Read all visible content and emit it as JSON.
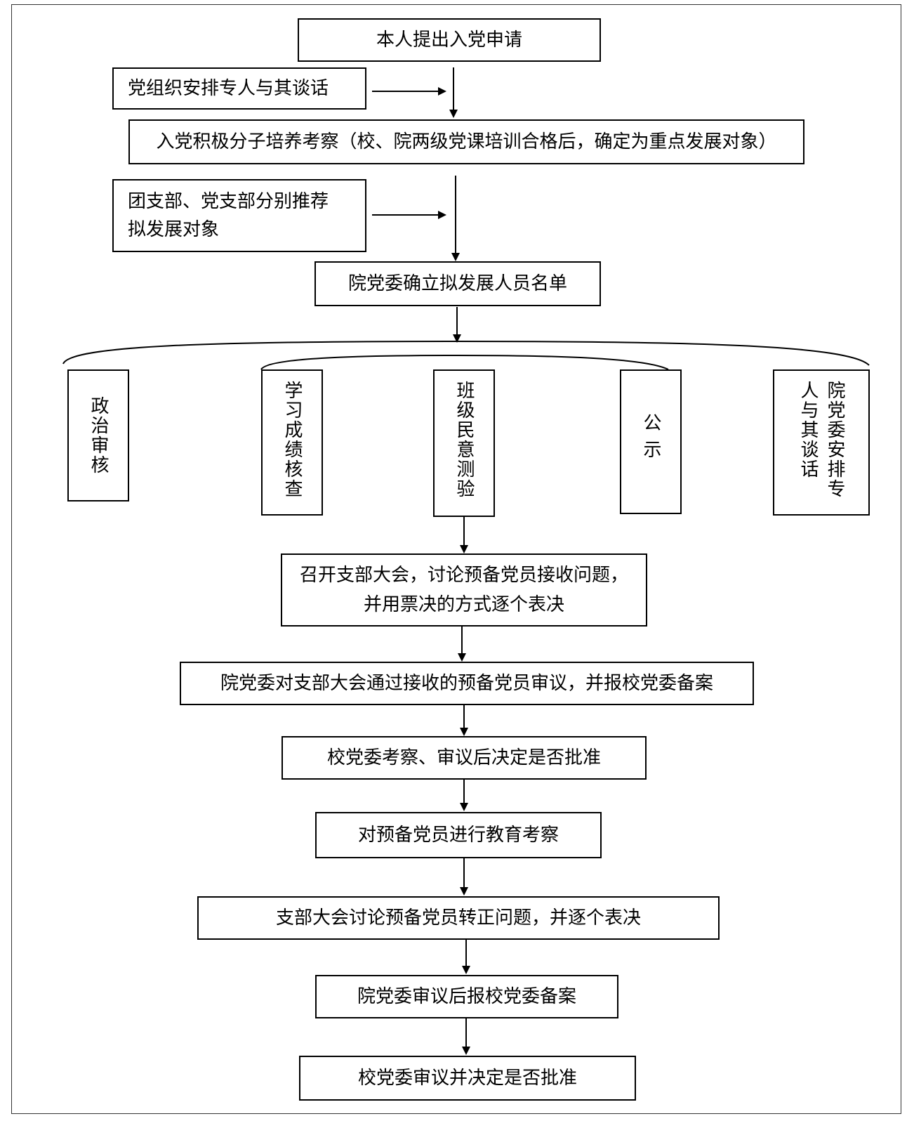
{
  "nodes": {
    "apply": "本人提出入党申请",
    "talk_arrange": "党组织安排专人与其谈话",
    "activist": "入党积极分子培养考察（校、院两级党课培训合格后，确定为重点发展对象）",
    "recommend": "团支部、党支部分别推荐\n拟发展对象",
    "list": "院党委确立拟发展人员名单",
    "branch_meeting": "召开支部大会，讨论预备党员接收问题，\n并用票决的方式逐个表决",
    "college_review": "院党委对支部大会通过接收的预备党员审议，并报校党委备案",
    "school_review": "校党委考察、审议后决定是否批准",
    "education": "对预备党员进行教育考察",
    "regularize_vote": "支部大会讨论预备党员转正问题，并逐个表决",
    "college_report": "院党委审议后报校党委备案",
    "final": "校党委审议并决定是否批准"
  },
  "checks": {
    "political": "政治审核",
    "study": "学习成绩核查",
    "poll": "班级民意测验",
    "publicity": "公  示",
    "talk": "院党委安排专人与其谈话"
  }
}
